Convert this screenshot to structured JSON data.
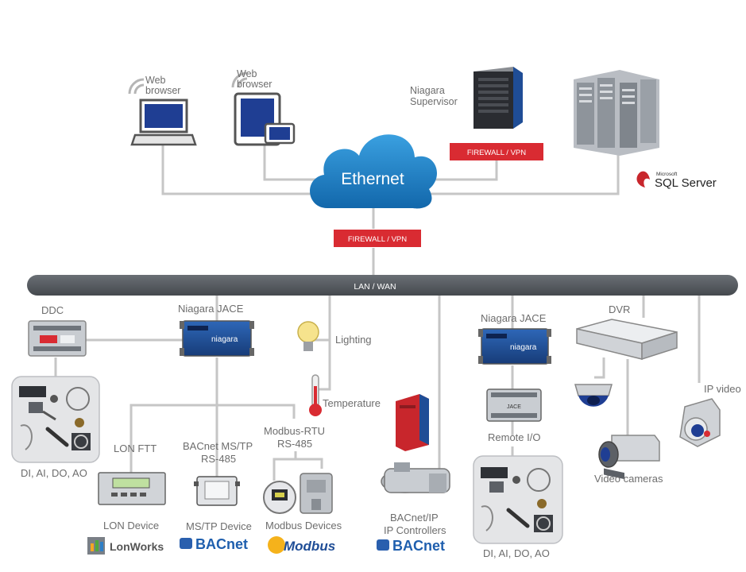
{
  "network": {
    "cloud_label": "Ethernet",
    "bus_label": "LAN / WAN",
    "firewall_top": "FIREWALL / VPN",
    "firewall_mid": "FIREWALL / VPN"
  },
  "top": {
    "laptop_label": [
      "Web",
      "browser"
    ],
    "tablet_label": [
      "Web",
      "browser"
    ],
    "supervisor_label": [
      "Niagara",
      "Supervisor"
    ],
    "sql_brand_small": "Microsoft",
    "sql_brand": "SQL Server"
  },
  "left": {
    "ddc_label": "DDC",
    "ddc_io_label": "DI, AI, DO, AO",
    "jace_label": "Niagara JACE",
    "jace_logo": "niagara",
    "lon_ftt": "LON FTT",
    "lon_device": "LON Device",
    "lonworks_logo": "LonWorks",
    "bacnet_mstp": [
      "BACnet MS/TP",
      "RS-485"
    ],
    "mstp_device": "MS/TP Device",
    "bacnet_logo": "BACnet",
    "modbus_rtu": [
      "Modbus-RTU",
      "RS-485"
    ],
    "modbus_devices": "Modbus Devices",
    "modbus_logo": "Modbus",
    "lighting": "Lighting",
    "temperature": "Temperature"
  },
  "center": {
    "ip_controllers": [
      "BACnet/IP",
      "IP Controllers"
    ],
    "bacnet_logo": "BACnet"
  },
  "right": {
    "jace_label": "Niagara JACE",
    "jace_logo": "niagara",
    "remote_io_device": "JACE",
    "remote_io": "Remote I/O",
    "io_label": "DI, AI, DO, AO",
    "dvr": "DVR",
    "ip_video": "IP video",
    "video_cameras": "Video cameras"
  },
  "colors": {
    "cloud": "#1b7fc4",
    "firewall": "#d92b32",
    "bus": "#555a60",
    "wire": "#c6c6c6",
    "jace": "#1f4d96",
    "label": "#6d6d6d"
  }
}
